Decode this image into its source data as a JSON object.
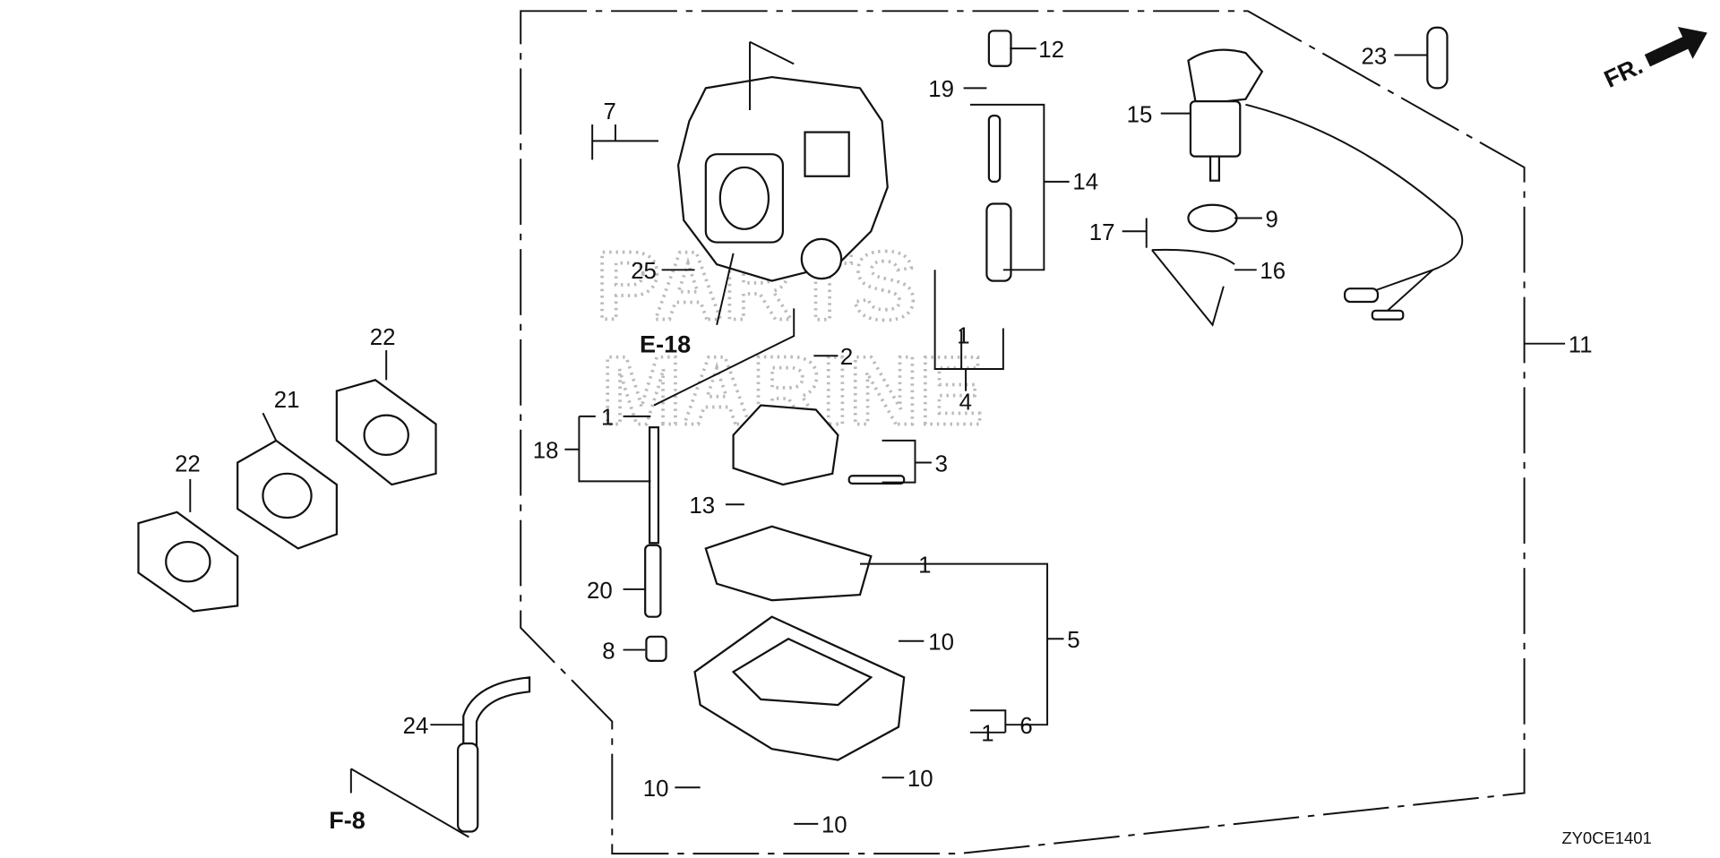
{
  "diagram": {
    "code": "ZY0CE1401",
    "direction_label": "FR.",
    "references": [
      "E-18",
      "F-8"
    ],
    "watermark": [
      "PARTS",
      "MARINE"
    ],
    "callouts": {
      "c1a": "1",
      "c1b": "1",
      "c1c": "1",
      "c1d": "1",
      "c2": "2",
      "c3": "3",
      "c4": "4",
      "c5": "5",
      "c6": "6",
      "c7": "7",
      "c8": "8",
      "c9": "9",
      "c10a": "10",
      "c10b": "10",
      "c10c": "10",
      "c10d": "10",
      "c11": "11",
      "c12": "12",
      "c13": "13",
      "c14": "14",
      "c15": "15",
      "c16": "16",
      "c17": "17",
      "c18": "18",
      "c19": "19",
      "c20": "20",
      "c21": "21",
      "c22a": "22",
      "c22b": "22",
      "c23": "23",
      "c24": "24",
      "c25": "25"
    }
  }
}
